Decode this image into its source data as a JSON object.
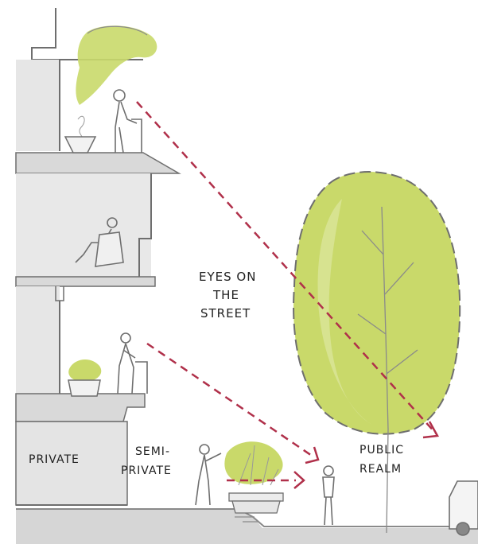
{
  "labels": {
    "eyes_line1": "EYES ON",
    "eyes_line2": "THE",
    "eyes_line3": "STREET",
    "private": "PRIVATE",
    "semi_line1": "SEMI-",
    "semi_line2": "PRIVATE",
    "public_line1": "PUBLIC",
    "public_line2": "REALM"
  },
  "colors": {
    "foliage": "#c9d96a",
    "foliage_light": "#dbe59a",
    "building": "#e4e4e4",
    "building_dark": "#d2d2d2",
    "outline": "#6e6e6e",
    "sightline": "#b0304a",
    "ground": "#cfcfcf"
  },
  "icons": [
    "tree-icon",
    "person-icon",
    "planter-icon",
    "car-icon",
    "arrowhead-icon"
  ]
}
